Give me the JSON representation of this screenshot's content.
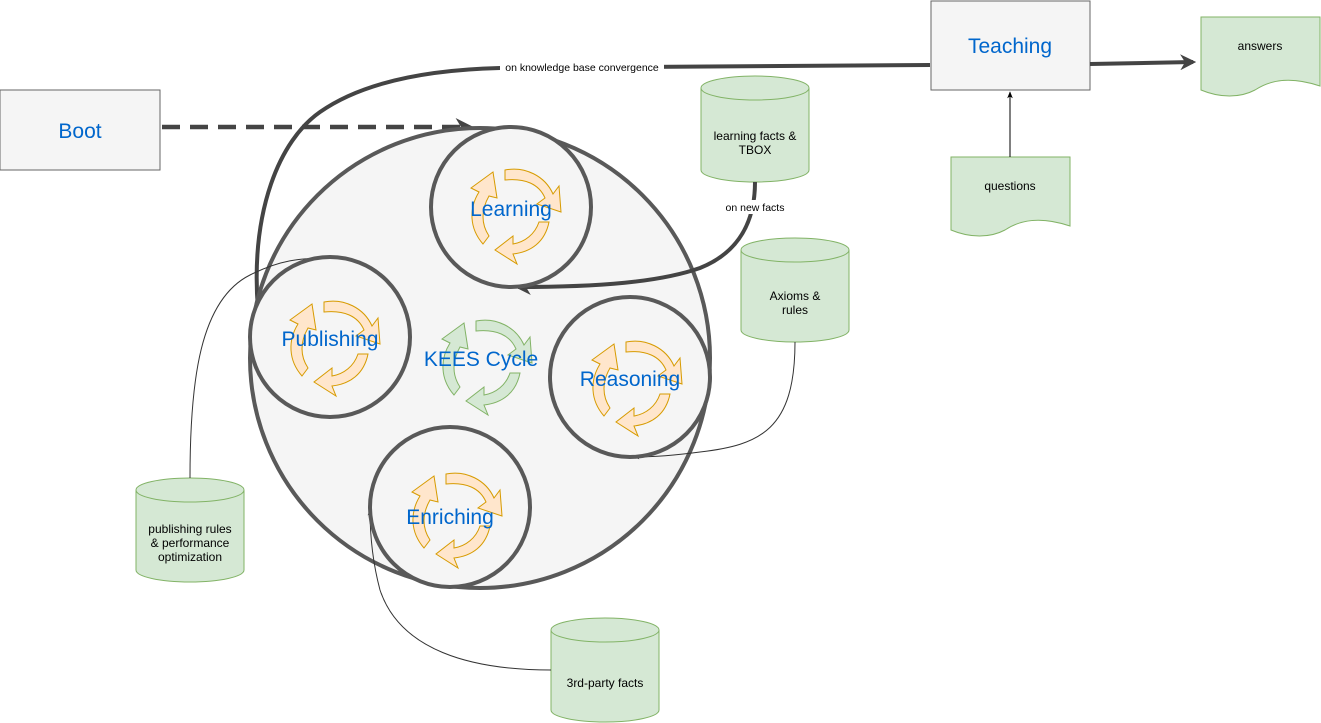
{
  "nodes": {
    "boot": {
      "label": "Boot"
    },
    "teaching": {
      "label": "Teaching"
    },
    "cycle": {
      "label": "KEES Cycle"
    },
    "learning": {
      "label": "Learning"
    },
    "publishing": {
      "label": "Publishing"
    },
    "reasoning": {
      "label": "Reasoning"
    },
    "enriching": {
      "label": "Enriching"
    }
  },
  "documents": {
    "answers": {
      "label": "answers"
    },
    "questions": {
      "label": "questions"
    }
  },
  "databases": {
    "learning_facts": {
      "line1": "learning facts &",
      "line2": "TBOX"
    },
    "axioms": {
      "line1": "Axioms &",
      "line2": "rules"
    },
    "publishing_rules": {
      "line1": "publishing rules",
      "line2": "& performance",
      "line3": "optimization"
    },
    "third_party": {
      "line1": "3rd-party facts"
    }
  },
  "edges": {
    "convergence": {
      "label": "on knowledge base convergence"
    },
    "new_facts": {
      "label": "on new facts"
    }
  },
  "colors": {
    "stroke": "#595959",
    "node_fill": "#f5f5f5",
    "db_fill": "#d5e8d4",
    "db_stroke": "#82b366",
    "orange_fill": "#ffe6cc",
    "orange_stroke": "#d79b00",
    "label_blue": "#0066cc"
  }
}
